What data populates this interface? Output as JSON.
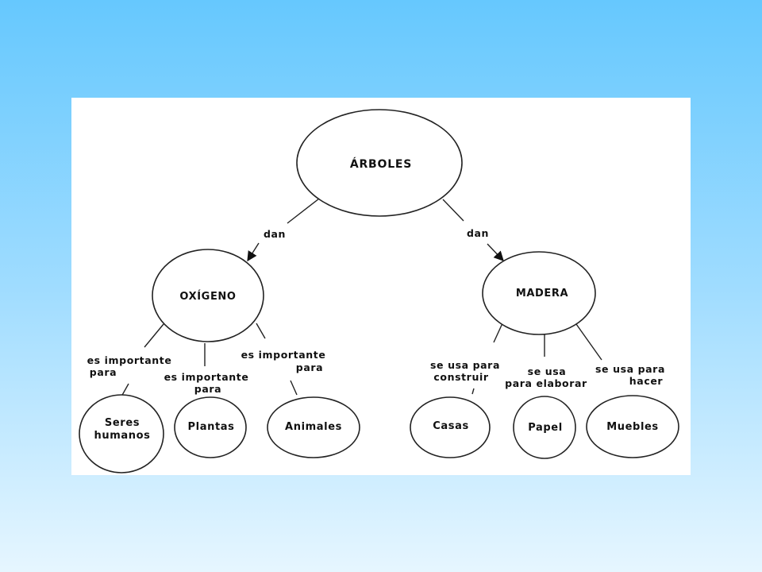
{
  "nodes": {
    "arboles": "ÁRBOLES",
    "oxigeno": "OXÍGENO",
    "madera": "MADERA",
    "seres_line1": "Seres",
    "seres_line2": "humanos",
    "plantas": "Plantas",
    "animales": "Animales",
    "casas": "Casas",
    "papel": "Papel",
    "muebles": "Muebles"
  },
  "links": {
    "dan_left": "dan",
    "dan_right": "dan",
    "es_importante_1_line1": "es importante",
    "es_importante_1_line2": "para",
    "es_importante_2_line1": "es importante",
    "es_importante_2_line2": "para",
    "es_importante_3_line1": "es importante",
    "es_importante_3_line2": "para",
    "se_usa_1_line1": "se usa para",
    "se_usa_1_line2": "construir",
    "se_usa_2_line1": "se usa",
    "se_usa_2_line2": "para elaborar",
    "se_usa_3_line1": "se usa para",
    "se_usa_3_line2": "hacer"
  },
  "colors": {
    "background_top": "#66c8fe",
    "background_bottom": "#e6f6ff",
    "panel": "#ffffff",
    "ink": "#222222"
  }
}
